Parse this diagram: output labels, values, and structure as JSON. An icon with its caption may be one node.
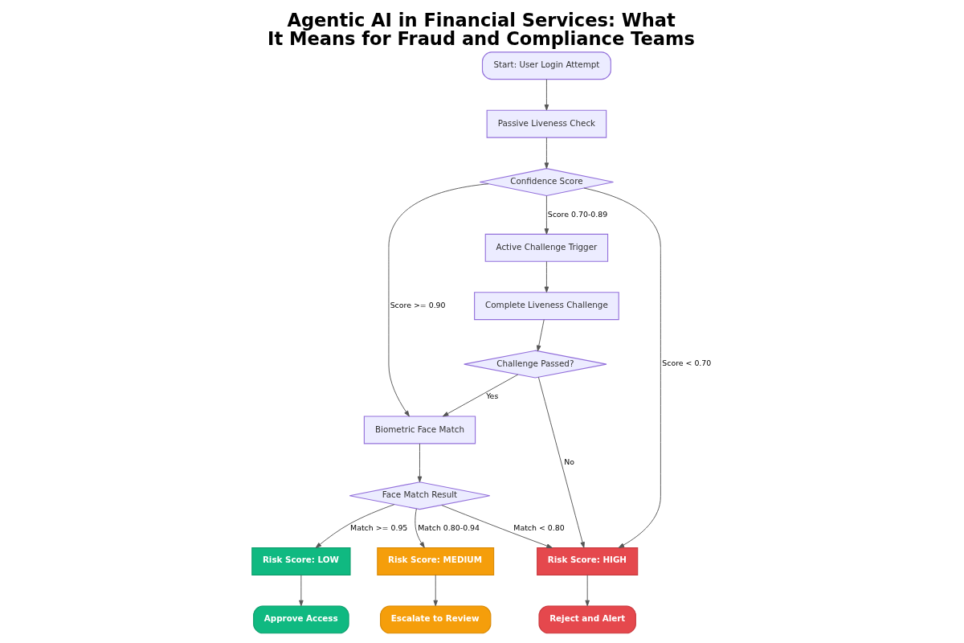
{
  "diagram": {
    "title": "Agentic AI in Financial Services: What It Means for Fraud and Compliance Teams",
    "nodes": [
      {
        "text": [
          "Start: User Login Attempt"
        ]
      },
      {
        "text": [
          "Passive Liveness Check"
        ]
      },
      {
        "text": [
          "Confidence Score"
        ]
      },
      {
        "text": [
          "Active Challenge Trigger"
        ]
      },
      {
        "text": [
          "Complete Liveness Challenge"
        ]
      },
      {
        "text": [
          "Challenge Passed?"
        ]
      },
      {
        "text": [
          "Biometric Face Match"
        ]
      },
      {
        "text": [
          "Face Match Result"
        ]
      },
      {
        "text": [
          "Risk Score: LOW"
        ]
      },
      {
        "text": [
          "Risk Score: MEDIUM"
        ]
      },
      {
        "text": [
          "Risk Score: HIGH"
        ]
      },
      {
        "text": [
          "Approve Access"
        ]
      },
      {
        "text": [
          "Escalate to Review"
        ]
      },
      {
        "text": [
          "Reject and Alert"
        ]
      }
    ],
    "edges": [
      {
        "from": 0,
        "to": 1,
        "arrow": "to"
      },
      {
        "from": 1,
        "to": 2,
        "arrow": "to"
      },
      {
        "from": 2,
        "to": 6,
        "arrow": "to",
        "label": "Score >= 0.90"
      },
      {
        "from": 2,
        "to": 3,
        "arrow": "to",
        "label": "Score 0.70-0.89"
      },
      {
        "from": 2,
        "to": 10,
        "arrow": "to",
        "label": "Score < 0.70"
      },
      {
        "from": 3,
        "to": 4,
        "arrow": "to"
      },
      {
        "from": 4,
        "to": 5,
        "arrow": "to"
      },
      {
        "from": 5,
        "to": 6,
        "arrow": "to",
        "label": "Yes"
      },
      {
        "from": 5,
        "to": 10,
        "arrow": "to",
        "label": "No"
      },
      {
        "from": 6,
        "to": 7,
        "arrow": "to"
      },
      {
        "from": 7,
        "to": 8,
        "arrow": "to",
        "label": "Match >= 0.95"
      },
      {
        "from": 7,
        "to": 9,
        "arrow": "to",
        "label": "Match 0.80-0.94"
      },
      {
        "from": 7,
        "to": 10,
        "arrow": "to",
        "label": "Match < 0.80"
      },
      {
        "from": 8,
        "to": 11,
        "arrow": "to"
      },
      {
        "from": 9,
        "to": 12,
        "arrow": "to"
      },
      {
        "from": 10,
        "to": 13,
        "arrow": "to"
      }
    ]
  }
}
